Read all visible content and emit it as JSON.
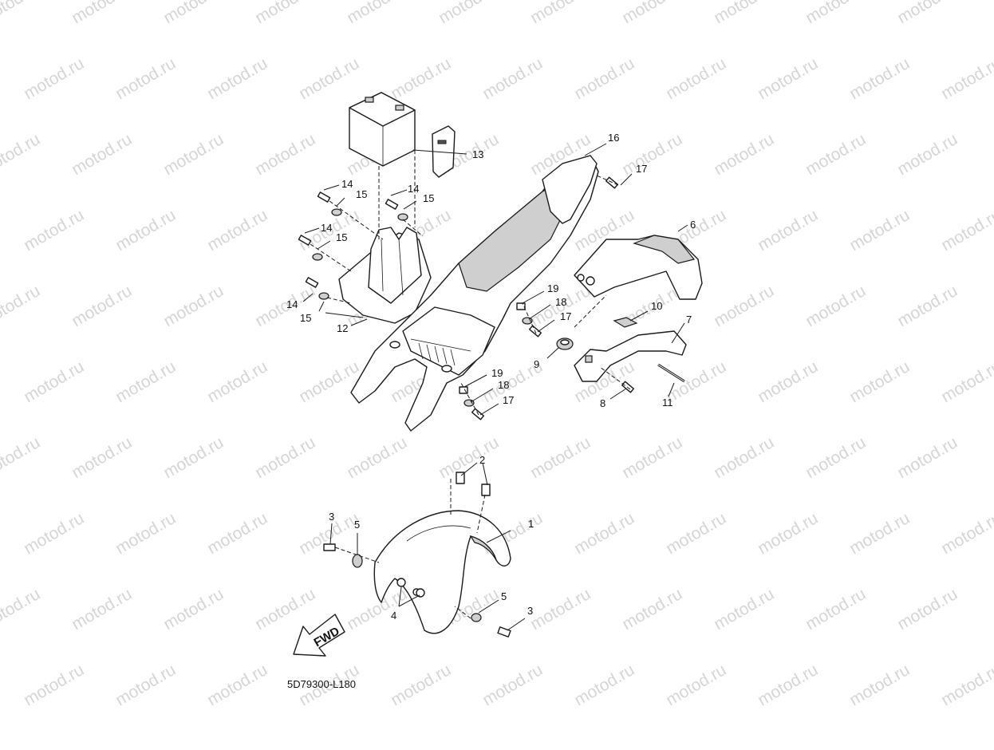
{
  "diagram": {
    "drawing_code": "5D79300-L180",
    "watermark": "motod.ru",
    "direction_label": "FWD",
    "callouts": {
      "c1": "1",
      "c2": "2",
      "c3a": "3",
      "c3b": "3",
      "c4": "4",
      "c5a": "5",
      "c5b": "5",
      "c6": "6",
      "c7": "7",
      "c8": "8",
      "c9": "9",
      "c10": "10",
      "c11": "11",
      "c12": "12",
      "c13": "13",
      "c14a": "14",
      "c14b": "14",
      "c14c": "14",
      "c14d": "14",
      "c15a": "15",
      "c15b": "15",
      "c15c": "15",
      "c15d": "15",
      "c16": "16",
      "c17a": "17",
      "c17b": "17",
      "c17c": "17",
      "c18a": "18",
      "c18b": "18",
      "c19a": "19",
      "c19b": "19"
    }
  }
}
